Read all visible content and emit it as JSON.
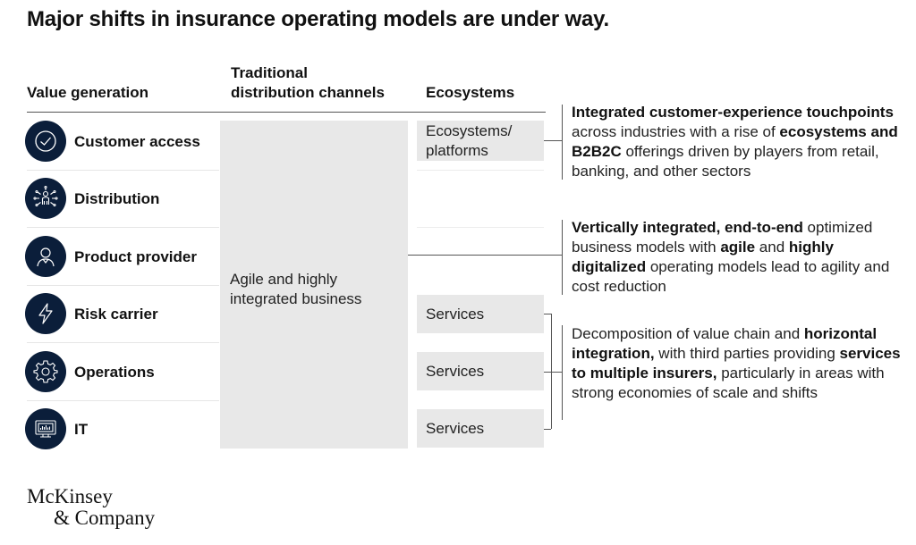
{
  "title": "Major shifts in insurance operating models are under way.",
  "columns": {
    "value_generation": "Value generation",
    "traditional_line1": "Traditional",
    "traditional_line2": "distribution channels",
    "ecosystems": "Ecosystems"
  },
  "rows": [
    {
      "label": "Customer access",
      "icon": "check-circle-icon"
    },
    {
      "label": "Distribution",
      "icon": "network-person-icon"
    },
    {
      "label": "Product provider",
      "icon": "person-icon"
    },
    {
      "label": "Risk carrier",
      "icon": "lightning-icon"
    },
    {
      "label": "Operations",
      "icon": "gear-icon"
    },
    {
      "label": "IT",
      "icon": "monitor-icon"
    }
  ],
  "traditional_cell": {
    "line1": "Agile and highly",
    "line2": "integrated business"
  },
  "ecosystem_cells": {
    "platforms_line1": "Ecosystems/",
    "platforms_line2": "platforms",
    "services": [
      "Services",
      "Services",
      "Services"
    ]
  },
  "descriptions": {
    "d1": {
      "p1": "Integrated customer-experience touchpoints",
      "p2": " across industries with a rise of ",
      "p3": "ecosystems and B2B2C",
      "p4": " offerings driven by players from retail, banking, and other sectors"
    },
    "d2": {
      "p1": "Vertically integrated, end-to-end",
      "p2": " optimized business models with ",
      "p3": "agile",
      "p4": " and ",
      "p5": "highly digitalized",
      "p6": " operating models lead to agility and cost reduction"
    },
    "d3": {
      "p1": "Decomposition of value chain and ",
      "p2": "horizontal integration,",
      "p3": " with third parties providing ",
      "p4": "services to multiple insurers,",
      "p5": " particularly in areas with strong economies of scale and shifts"
    }
  },
  "logo": {
    "line1": "McKinsey",
    "line2": "& Company"
  },
  "colors": {
    "icon_bg": "#0b1e3a",
    "cell_bg": "#e8e8e8"
  }
}
